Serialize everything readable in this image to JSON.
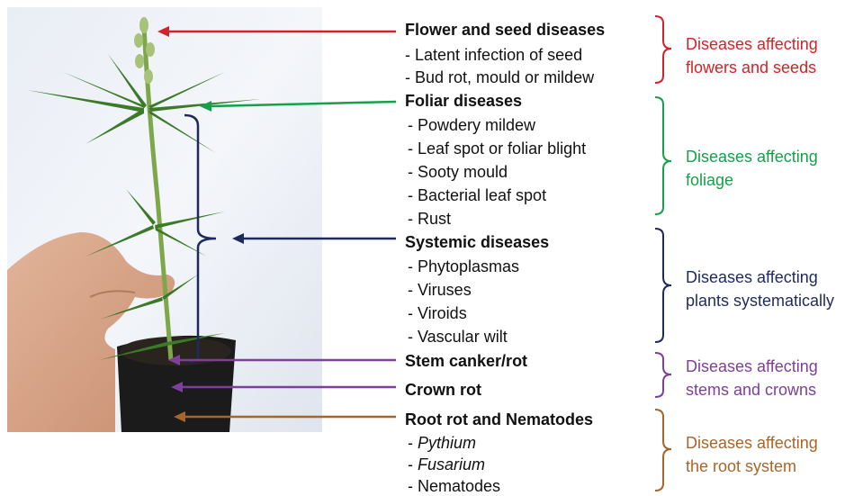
{
  "colors": {
    "flowers": "#d2232a",
    "foliage": "#17a04a",
    "systemic": "#1f2a5c",
    "stems": "#7d3f98",
    "roots": "#a8652a"
  },
  "groups": {
    "flower": {
      "title": "Flower and seed diseases",
      "items": [
        "- Latent infection of seed",
        "- Bud rot, mould or mildew"
      ],
      "category": [
        "Diseases affecting",
        "flowers and seeds"
      ]
    },
    "foliar": {
      "title": "Foliar diseases",
      "items": [
        "- Powdery mildew",
        "- Leaf spot or foliar blight",
        "- Sooty mould",
        "- Bacterial leaf spot",
        "- Rust"
      ],
      "category": [
        "Diseases affecting",
        "foliage"
      ]
    },
    "systemic": {
      "title": "Systemic diseases",
      "items": [
        "- Phytoplasmas",
        "- Viruses",
        "- Viroids",
        "- Vascular wilt"
      ],
      "category": [
        "Diseases affecting",
        "plants systematically"
      ]
    },
    "stem": {
      "title": "Stem canker/rot",
      "title2": "Crown rot",
      "category": [
        "Diseases affecting",
        "stems and crowns"
      ]
    },
    "root": {
      "title": "Root rot and Nematodes",
      "items": [
        "Pythium",
        "Fusarium",
        "Nematodes"
      ],
      "category": [
        "Diseases affecting",
        "the root system"
      ]
    }
  }
}
